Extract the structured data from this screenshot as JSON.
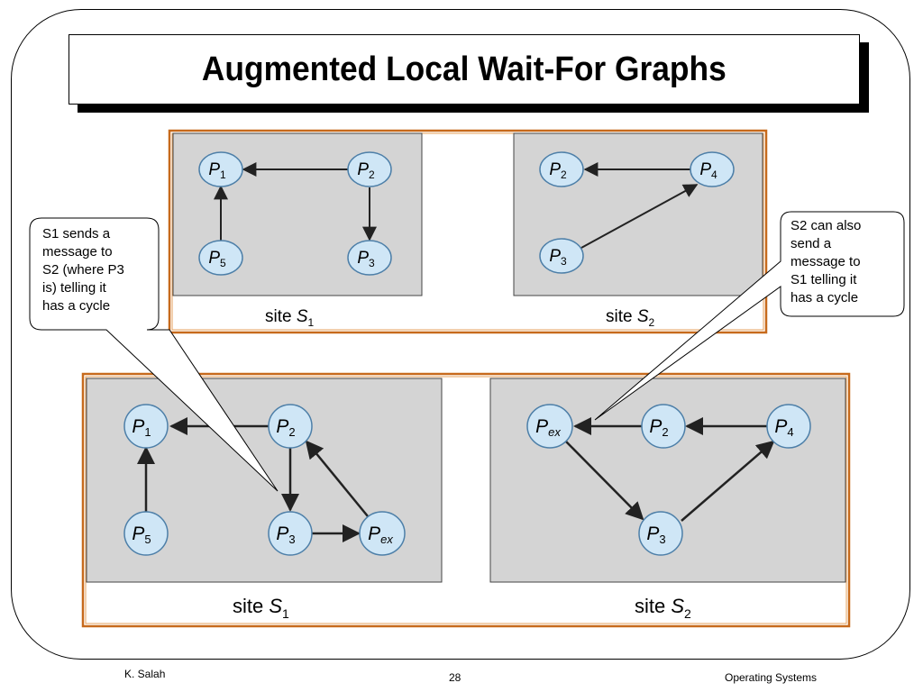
{
  "title": "Augmented Local Wait-For Graphs",
  "colors": {
    "node_fill": "#cfe6f6",
    "node_stroke": "#4d7fa8",
    "panel_fill": "#d4d4d4",
    "border_orange": "#c76a1c"
  },
  "top": {
    "site1": {
      "prefix": "site ",
      "s": "S",
      "sub": "1"
    },
    "site2": {
      "prefix": "site ",
      "s": "S",
      "sub": "2"
    }
  },
  "bottom": {
    "site1": {
      "prefix": "site ",
      "s": "S",
      "sub": "1"
    },
    "site2": {
      "prefix": "site ",
      "s": "S",
      "sub": "2"
    }
  },
  "nodes": {
    "p": "P",
    "s1": "1",
    "s2": "2",
    "s3": "3",
    "s4": "4",
    "s5": "5",
    "ex": "ex"
  },
  "callouts": {
    "left": "S1 sends a\nmessage to\nS2 (where P3\nis) telling it\nhas a cycle",
    "right": "S2 can also\nsend a\nmessage to\nS1 telling it\nhas a cycle"
  },
  "footer": {
    "author": "K. Salah",
    "page": "28",
    "course": "Operating Systems"
  }
}
